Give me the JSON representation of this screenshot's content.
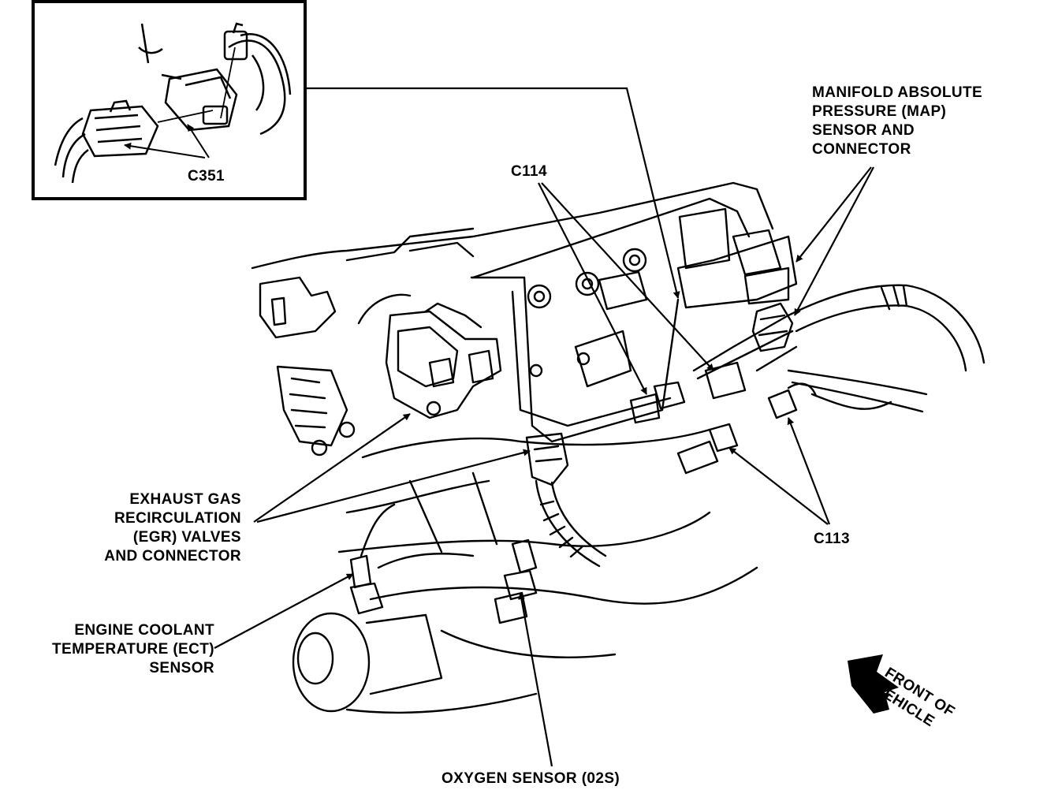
{
  "inset": {
    "connector_label": "C351"
  },
  "labels": {
    "map_sensor": [
      "MANIFOLD ABSOLUTE",
      "PRESSURE (MAP)",
      "SENSOR AND",
      "CONNECTOR"
    ],
    "c114": "C114",
    "c113": "C113",
    "egr_valves": [
      "EXHAUST GAS",
      "RECIRCULATION",
      "(EGR) VALVES",
      "AND CONNECTOR"
    ],
    "ect_sensor": [
      "ENGINE COOLANT",
      "TEMPERATURE (ECT)",
      "SENSOR"
    ],
    "oxygen_sensor": "OXYGEN SENSOR (02S)",
    "front_of_vehicle": [
      "FRONT OF",
      "VEHICLE"
    ]
  },
  "colors": {
    "ink": "#000000",
    "paper": "#ffffff"
  }
}
